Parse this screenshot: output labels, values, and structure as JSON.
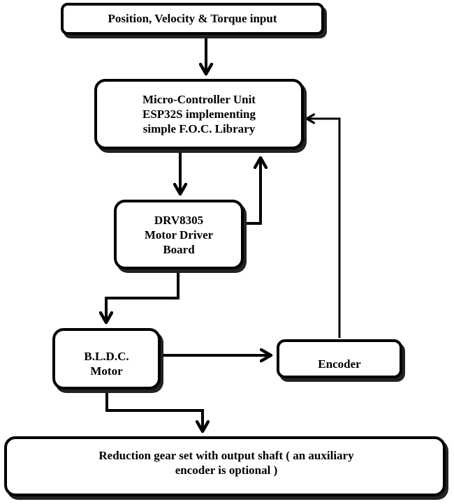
{
  "diagram": {
    "nodes": [
      {
        "id": "input",
        "label": "Position, Velocity & Torque input"
      },
      {
        "id": "mcu",
        "label": "Micro-Controller  Unit\nESP32S implementing\nsimple F.O.C. Library"
      },
      {
        "id": "drv",
        "label": "DRV8305\nMotor Driver\nBoard"
      },
      {
        "id": "bldc",
        "label": "B.L.D.C.\nMotor"
      },
      {
        "id": "enc",
        "label": "Encoder"
      },
      {
        "id": "gear",
        "label": "Reduction gear set with output shaft ( an auxiliary\nencoder is optional )"
      }
    ],
    "edges": [
      {
        "from": "input",
        "to": "mcu"
      },
      {
        "from": "mcu",
        "to": "drv"
      },
      {
        "from": "drv",
        "to": "mcu"
      },
      {
        "from": "drv",
        "to": "bldc"
      },
      {
        "from": "bldc",
        "to": "enc"
      },
      {
        "from": "enc",
        "to": "mcu"
      },
      {
        "from": "bldc",
        "to": "gear"
      }
    ],
    "colors": {
      "stroke": "#000000",
      "shadow": "#222222",
      "background": "#ffffff"
    }
  }
}
